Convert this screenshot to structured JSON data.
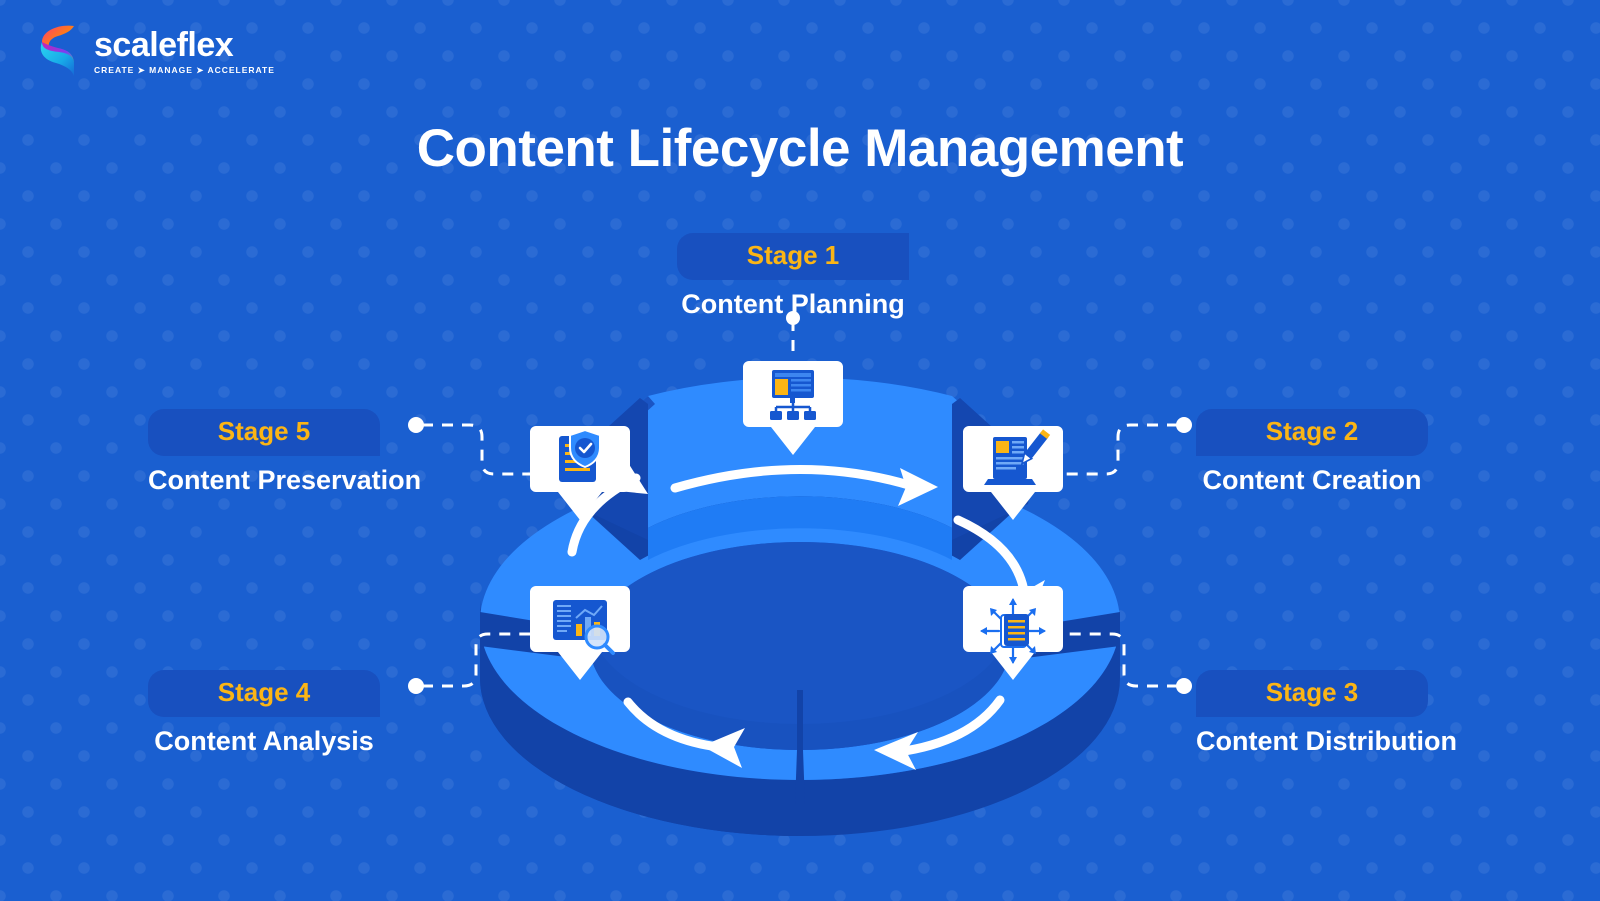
{
  "brand": {
    "logo_icon": "scaleflex-s-ribbon-icon",
    "name": "scaleflex",
    "tagline": "CREATE ➤ MANAGE ➤ ACCELERATE"
  },
  "title": "Content Lifecycle Management",
  "colors": {
    "background": "#1a5fd0",
    "pill_background": "#1850bf",
    "stage_number_text": "#fbb515",
    "stage_name_text": "#ffffff",
    "donut_top_light": "#2f8bff",
    "donut_top_mid": "#1f7cf5",
    "donut_side_dark": "#1243a8",
    "donut_inner_dark": "#1a55c4",
    "icon_card": "#ffffff",
    "icon_blue": "#1557d0",
    "icon_accent": "#fbb515",
    "arrow": "#ffffff",
    "connector": "#ffffff"
  },
  "stages": [
    {
      "id": "stage1",
      "number": "Stage 1",
      "name": "Content Planning",
      "icon": "sitemap-planning-icon",
      "position": "top"
    },
    {
      "id": "stage2",
      "number": "Stage 2",
      "name": "Content Creation",
      "icon": "document-pencil-icon",
      "position": "right-upper"
    },
    {
      "id": "stage3",
      "number": "Stage 3",
      "name": "Content Distribution",
      "icon": "document-radiating-arrows-icon",
      "position": "right-lower"
    },
    {
      "id": "stage4",
      "number": "Stage 4",
      "name": "Content Analysis",
      "icon": "chart-magnifier-icon",
      "position": "left-lower"
    },
    {
      "id": "stage5",
      "number": "Stage 5",
      "name": "Content Preservation",
      "icon": "document-shield-check-icon",
      "position": "left-upper"
    }
  ],
  "chart_data": {
    "type": "pie",
    "title": "Content Lifecycle Management",
    "subtype": "3d-exploded-donut",
    "legend_position": "around-chart",
    "categories": [
      "Content Planning",
      "Content Creation",
      "Content Distribution",
      "Content Analysis",
      "Content Preservation"
    ],
    "values": [
      20,
      20,
      20,
      20,
      20
    ],
    "labels": [
      "Stage 1",
      "Stage 2",
      "Stage 3",
      "Stage 4",
      "Stage 5"
    ],
    "exploded_slice": "Content Planning",
    "flow_direction": "clockwise",
    "arrow_count": 5,
    "grid": false
  },
  "flow_arrows": [
    {
      "name": "arrow-planning-to-creation",
      "from": "Stage 1",
      "to": "Stage 2"
    },
    {
      "name": "arrow-creation-to-distribution",
      "from": "Stage 2",
      "to": "Stage 3"
    },
    {
      "name": "arrow-distribution-to-analysis",
      "from": "Stage 3",
      "to": "Stage 4"
    },
    {
      "name": "arrow-analysis-to-preservation",
      "from": "Stage 4",
      "to": "Stage 5"
    },
    {
      "name": "arrow-preservation-to-planning",
      "from": "Stage 5",
      "to": "Stage 1"
    }
  ]
}
